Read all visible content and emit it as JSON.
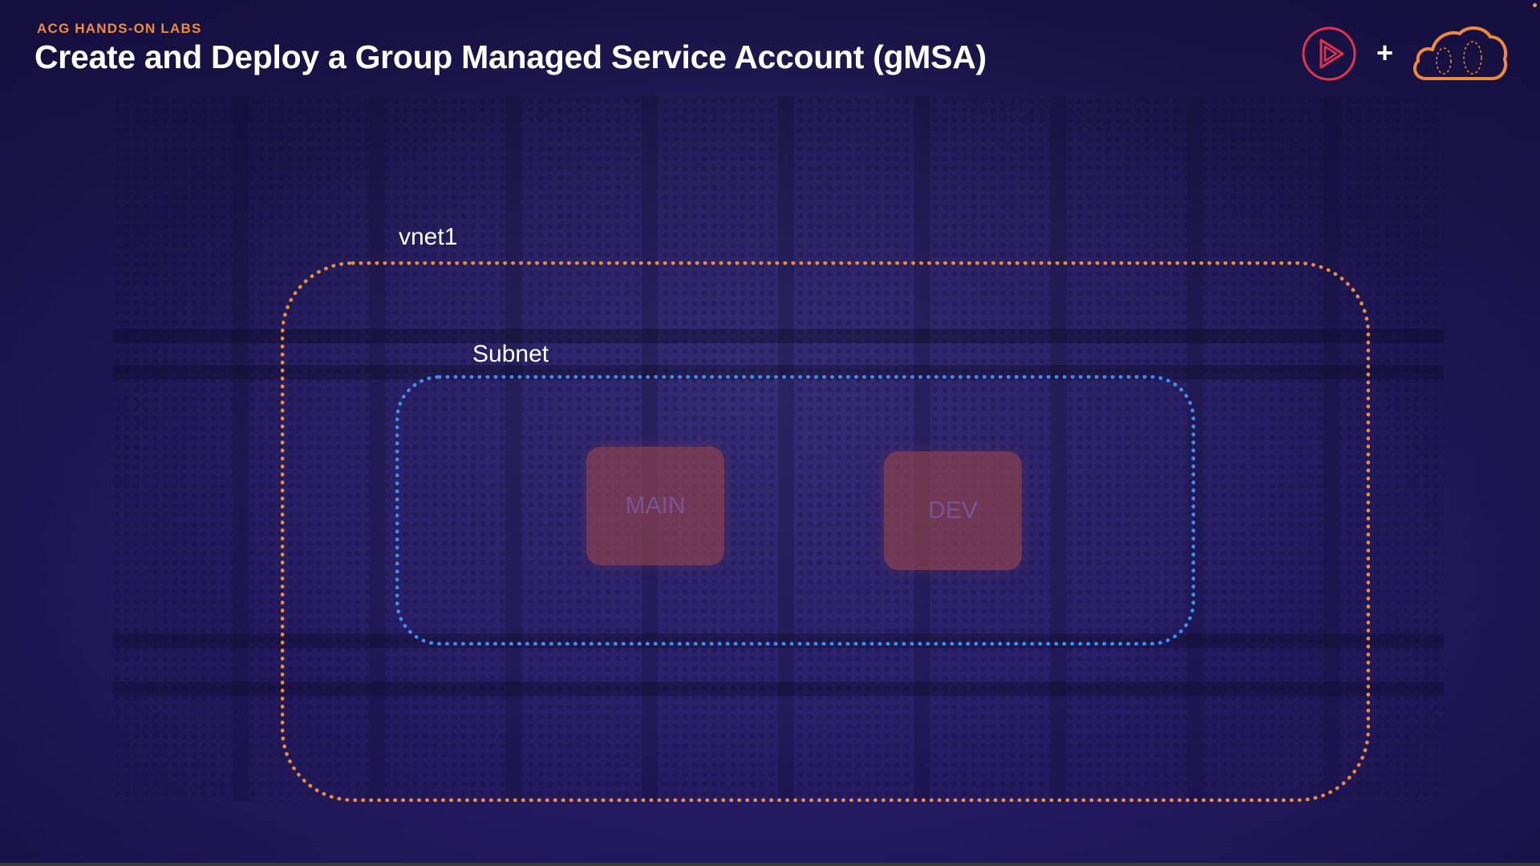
{
  "header": {
    "kicker": "ACG HANDS-ON LABS",
    "title": "Create and Deploy a Group Managed Service Account (gMSA)",
    "plus": "+"
  },
  "diagram": {
    "vnet_label": "vnet1",
    "subnet_label": "Subnet",
    "nodes": [
      {
        "label": "MAIN"
      },
      {
        "label": "DEV"
      }
    ]
  },
  "icons": {
    "brand_play": "play-logo-icon",
    "brand_cloud": "cloud-logo-icon"
  },
  "colors": {
    "background": "#1e1856",
    "kicker": "#f08a3c",
    "vnet_border": "#ec8a3c",
    "subnet_border": "#3f8cf0",
    "node_fill": "#aa4846",
    "play_logo": "#e0344e",
    "cloud_logo": "#ef8a3a"
  }
}
